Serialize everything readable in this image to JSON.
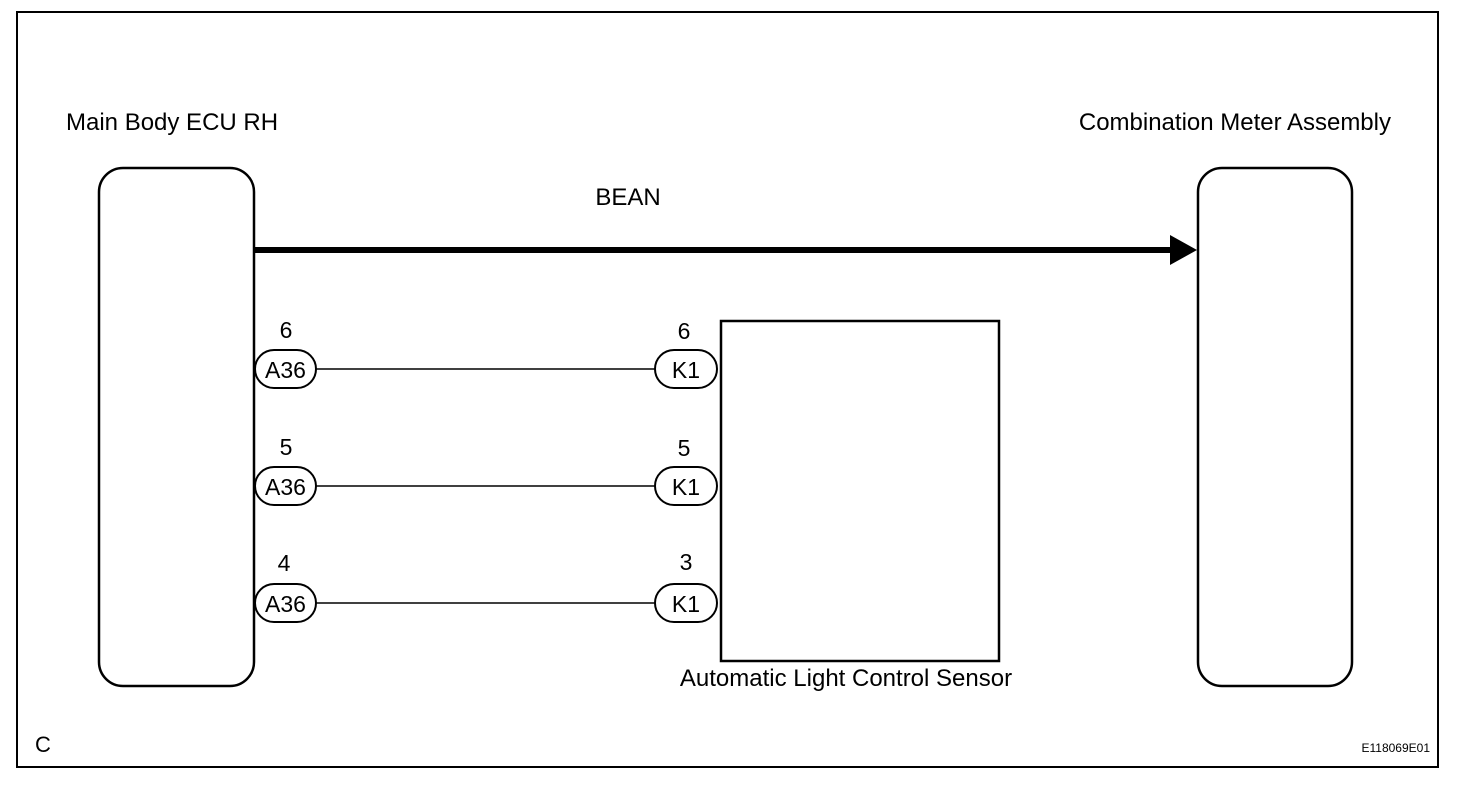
{
  "diagram": {
    "corner_label": "C",
    "figure_id": "E118069E01",
    "bus": {
      "label": "BEAN"
    },
    "components": {
      "main_body_ecu": {
        "label": "Main Body ECU RH"
      },
      "combination_meter": {
        "label": "Combination Meter Assembly"
      },
      "light_sensor": {
        "label": "Automatic Light Control Sensor"
      }
    },
    "wires": [
      {
        "ecu_connector": "A36",
        "ecu_pin": "6",
        "sensor_connector": "K1",
        "sensor_pin": "6"
      },
      {
        "ecu_connector": "A36",
        "ecu_pin": "5",
        "sensor_connector": "K1",
        "sensor_pin": "5"
      },
      {
        "ecu_connector": "A36",
        "ecu_pin": "4",
        "sensor_connector": "K1",
        "sensor_pin": "3"
      }
    ],
    "colors": {
      "line": "#000000",
      "background": "#ffffff"
    }
  }
}
